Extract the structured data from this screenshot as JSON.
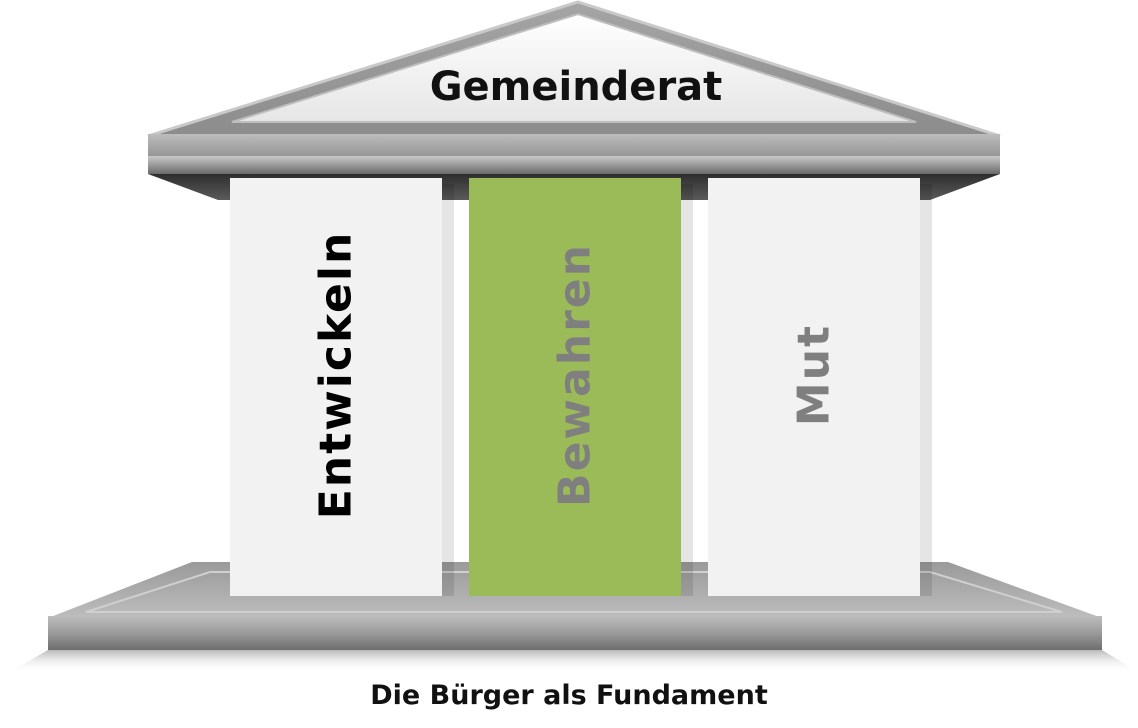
{
  "roof": {
    "label": "Gemeinderat"
  },
  "pillars": [
    {
      "label": "Entwickeln",
      "fill": "#f2f2f2",
      "text_color": "#000000"
    },
    {
      "label": "Bewahren",
      "fill": "#9bbb59",
      "text_color": "#7f7f7f"
    },
    {
      "label": "Mut",
      "fill": "#f2f2f2",
      "text_color": "#7f7f7f"
    }
  ],
  "foundation": {
    "label": "Die Bürger als Fundament"
  },
  "colors": {
    "stone_dark": "#6e6e6e",
    "stone_mid": "#a0a0a0",
    "stone_light": "#d9d9d9",
    "accent_green": "#9bbb59"
  }
}
